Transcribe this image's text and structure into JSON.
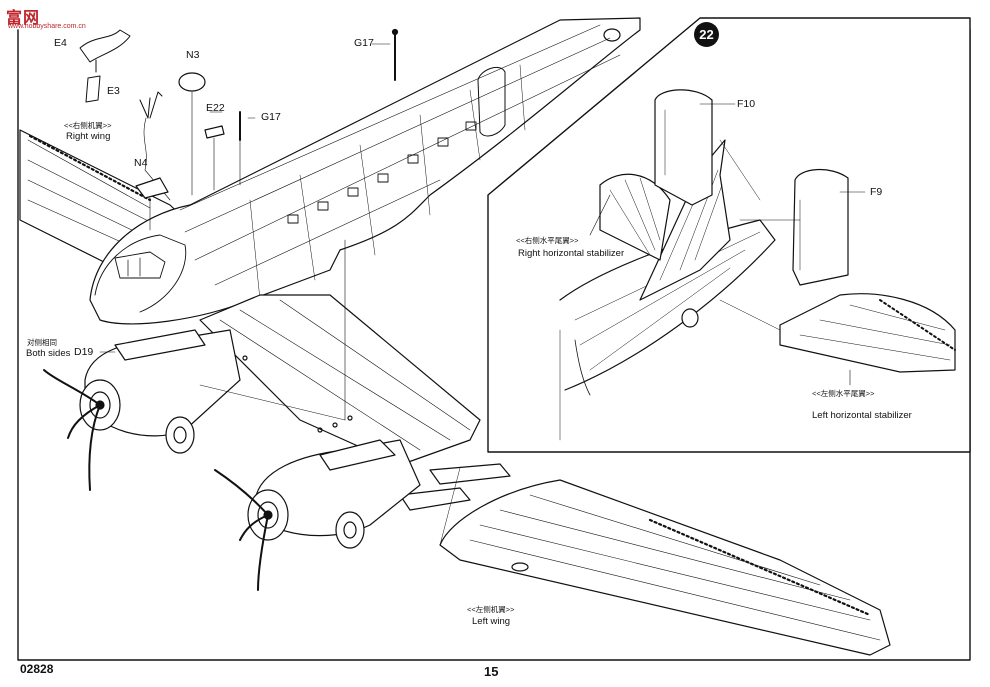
{
  "watermark": {
    "text": "富网",
    "sub": "www.hobbyshare.com.cn"
  },
  "step_number": "22",
  "footer": {
    "kit_code": "02828",
    "page_number": "15"
  },
  "parts": {
    "e4": "E4",
    "e3": "E3",
    "n3": "N3",
    "g17_top": "G17",
    "e22": "E22",
    "g17_mid": "G17",
    "n4": "N4",
    "d19": "D19",
    "f10": "F10",
    "f9": "F9"
  },
  "labels": {
    "right_wing_zh": "<<右侧机翼>>",
    "right_wing_en": "Right wing",
    "both_sides_zh": "对侧相同",
    "both_sides_en": "Both sides",
    "left_wing_zh": "<<左侧机翼>>",
    "left_wing_en": "Left wing",
    "right_hstab_zh": "<<右侧水平尾翼>>",
    "right_hstab_en": "Right horizontal stabilizer",
    "left_hstab_zh": "<<左侧水平尾翼>>",
    "left_hstab_en": "Left horizontal stabilizer"
  }
}
